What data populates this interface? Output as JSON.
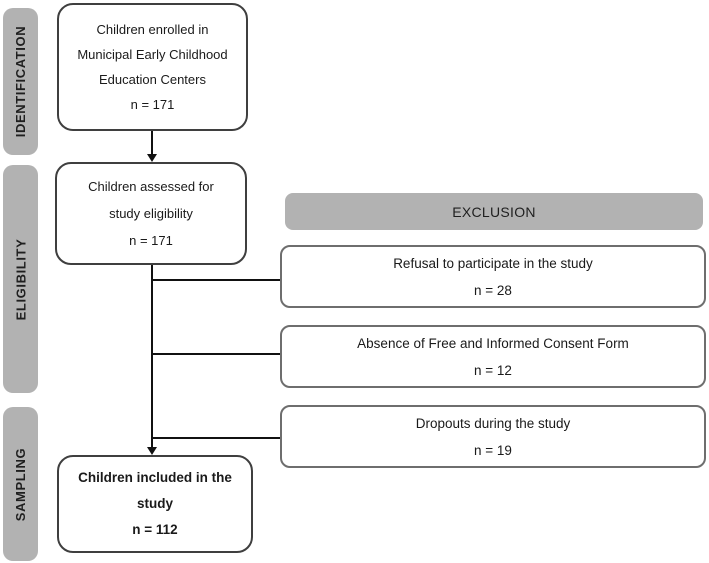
{
  "flow": {
    "stages": [
      {
        "label": "IDENTIFICATION"
      },
      {
        "label": "ELIGIBILITY"
      },
      {
        "label": "SAMPLING"
      }
    ],
    "main_boxes": [
      {
        "id": "enrolled",
        "lines": [
          "Children enrolled in",
          "Municipal Early Childhood",
          "Education Centers",
          "n = 171"
        ],
        "bold": false
      },
      {
        "id": "assessed",
        "lines": [
          "Children assessed for",
          "study eligibility",
          "n = 171"
        ],
        "bold": false
      },
      {
        "id": "included",
        "lines": [
          "Children included in the",
          "study",
          "n = 112"
        ],
        "bold": true
      }
    ],
    "exclusion": {
      "header": "EXCLUSION",
      "boxes": [
        {
          "lines": [
            "Refusal to participate in the study",
            "n = 28"
          ]
        },
        {
          "lines": [
            "Absence of Free and Informed Consent Form",
            "n = 12"
          ]
        },
        {
          "lines": [
            "Dropouts during the study",
            "n = 19"
          ]
        }
      ]
    },
    "colors": {
      "stage_bar": "#b2b2b2",
      "main_box_border": "#3f3f3f",
      "exclusion_box_border": "#6e6e6e",
      "connector": "#111111",
      "text": "#1a1a1a"
    }
  }
}
